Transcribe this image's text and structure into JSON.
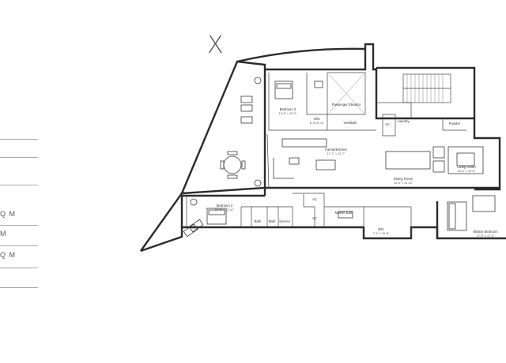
{
  "plan": {
    "compass_label": "X",
    "left_labels": [
      "Q M",
      "M",
      "Q M"
    ]
  },
  "rooms": [
    {
      "id": "bedroom3",
      "name": "Bedroom 3",
      "dims": "13'-0\" × 10'-0\""
    },
    {
      "id": "passenger-elevator",
      "name": "Passenger Elevator",
      "dims": ""
    },
    {
      "id": "wic-top",
      "name": "WIC",
      "dims": "8'-3\"×5'-11\""
    },
    {
      "id": "vestibule",
      "name": "Vestibule",
      "dims": ""
    },
    {
      "id": "laundry",
      "name": "Laundry",
      "dims": ""
    },
    {
      "id": "ac-top",
      "name": "AC",
      "dims": ""
    },
    {
      "id": "powder",
      "name": "Powder",
      "dims": ""
    },
    {
      "id": "family-kitchen",
      "name": "Family/Kitchen",
      "dims": "17'-7\" × 12'-7\""
    },
    {
      "id": "dining-room",
      "name": "Dining Room",
      "dims": "14'-4\" × 11'-10\""
    },
    {
      "id": "living-room",
      "name": "Living Room",
      "dims": "20'-0\" × 19'-0\""
    },
    {
      "id": "bedroom2",
      "name": "Bedroom 2",
      "dims": "10'-6\" × 12'-11\""
    },
    {
      "id": "bath-left",
      "name": "Bath",
      "dims": ""
    },
    {
      "id": "bath-mid",
      "name": "Bath",
      "dims": ""
    },
    {
      "id": "service",
      "name": "Service",
      "dims": ""
    },
    {
      "id": "ac-mid",
      "name": "AC",
      "dims": ""
    },
    {
      "id": "ac-low",
      "name": "AC",
      "dims": ""
    },
    {
      "id": "master-bath",
      "name": "Master Bath",
      "dims": ""
    },
    {
      "id": "wic-low",
      "name": "WIC",
      "dims": "7'-1\" × 10'-6\""
    },
    {
      "id": "master-bedroom",
      "name": "Master Bedroom",
      "dims": "17'-0\" × 17'-2\""
    }
  ]
}
